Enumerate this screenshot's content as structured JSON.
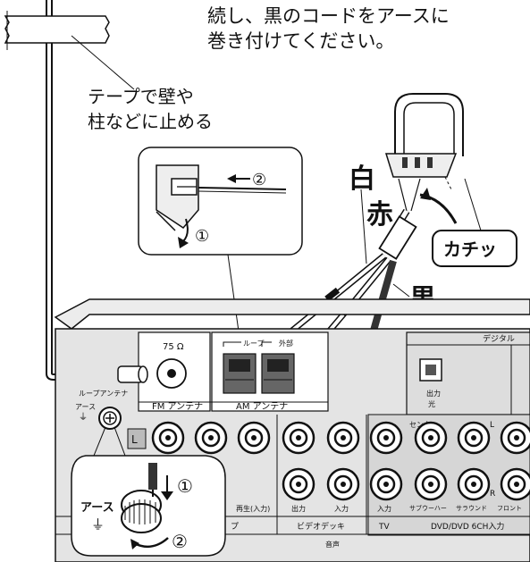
{
  "instruction": {
    "line1": "続し、黒のコードをアースに",
    "line2": "巻き付けてください。"
  },
  "tape_note": {
    "line1": "テープで壁や",
    "line2": "柱などに止める"
  },
  "wire_labels": {
    "white": "白",
    "red": "赤",
    "black": "黒"
  },
  "click_label": "カチッ",
  "steps": {
    "one": "①",
    "two": "②"
  },
  "panel": {
    "fm_ohm": "75 Ω",
    "fm_label": "FM アンテナ",
    "am_label": "AM アンテナ",
    "loop_label": "ループ",
    "external_label": "外部",
    "loop_antenna": "ループアンテナ",
    "earth": "アース",
    "earth_symbol": "⏚",
    "digital": "デジタル",
    "optical_out": "出力",
    "optical": "光",
    "center": "センター",
    "L": "L",
    "R": "R",
    "play_in": "再生(入力)",
    "out": "出力",
    "in": "入力",
    "in2": "入力",
    "video_deck": "ビデオデッキ",
    "tv": "TV",
    "subwoofer": "サブウーハー",
    "surround": "サラウンド",
    "front": "フロント",
    "dvd": "DVD/DVD 6CH入力",
    "audio": "音声",
    "tape_short": "プ",
    "L_box": "L"
  },
  "earth_inset": {
    "label": "アース",
    "symbol": "⏚"
  }
}
